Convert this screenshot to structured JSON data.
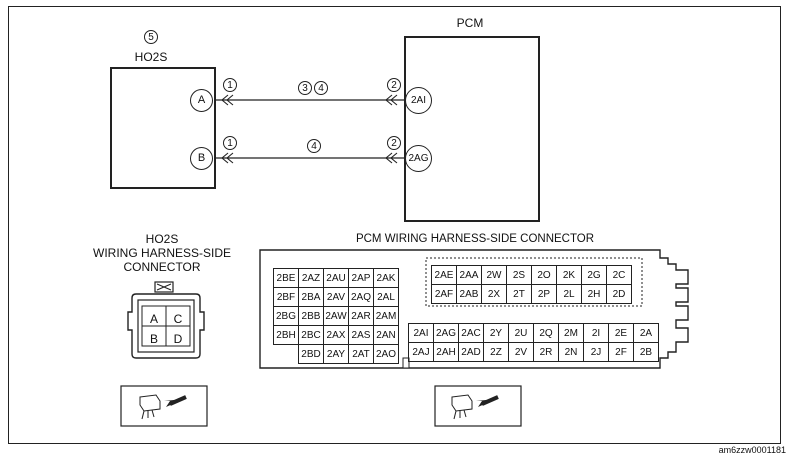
{
  "ho2s": {
    "number": "5",
    "label": "HO2S",
    "term_a": "A",
    "term_b": "B"
  },
  "pcm": {
    "label": "PCM",
    "term_1": "2AI",
    "term_2": "2AG"
  },
  "wires": {
    "circ_1": "1",
    "circ_2": "2",
    "circ_3": "3",
    "circ_4": "4"
  },
  "ho2s_connector": {
    "title_1": "HO2S",
    "title_2": "WIRING HARNESS-SIDE",
    "title_3": "CONNECTOR",
    "pins": [
      "A",
      "C",
      "B",
      "D"
    ]
  },
  "pcm_connector": {
    "title": "PCM WIRING HARNESS-SIDE CONNECTOR",
    "left_rows": [
      [
        "2BE",
        "2AZ",
        "2AU",
        "2AP",
        "2AK"
      ],
      [
        "2BF",
        "2BA",
        "2AV",
        "2AQ",
        "2AL"
      ],
      [
        "2BG",
        "2BB",
        "2AW",
        "2AR",
        "2AM"
      ],
      [
        "2BH",
        "2BC",
        "2AX",
        "2AS",
        "2AN"
      ],
      [
        "",
        "2BD",
        "2AY",
        "2AT",
        "2AO"
      ]
    ],
    "right_top_rows": [
      [
        "2AE",
        "2AA",
        "2W",
        "2S",
        "2O",
        "2K",
        "2G",
        "2C"
      ],
      [
        "2AF",
        "2AB",
        "2X",
        "2T",
        "2P",
        "2L",
        "2H",
        "2D"
      ]
    ],
    "right_bottom_rows": [
      [
        "2AI",
        "2AG",
        "2AC",
        "2Y",
        "2U",
        "2Q",
        "2M",
        "2I",
        "2E",
        "2A"
      ],
      [
        "2AJ",
        "2AH",
        "2AD",
        "2Z",
        "2V",
        "2R",
        "2N",
        "2J",
        "2F",
        "2B"
      ]
    ]
  },
  "footer_code": "am6zzw0001181"
}
